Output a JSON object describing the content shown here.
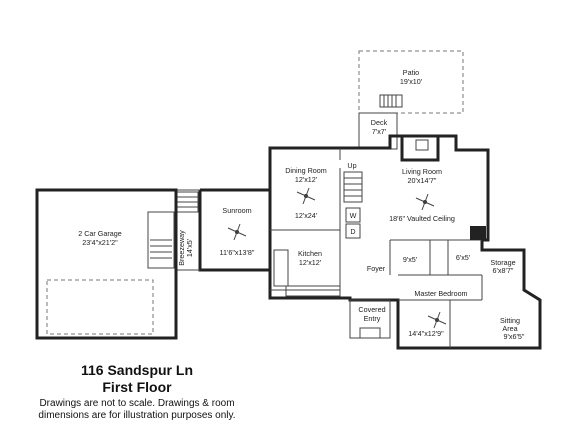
{
  "rooms": {
    "patio": {
      "name": "Patio",
      "dim": "19'x10'"
    },
    "deck": {
      "name": "Deck",
      "dim": "7'x7'"
    },
    "up": "Up",
    "dining": {
      "name": "Dining Room",
      "dim": "12'x12'"
    },
    "dining_extra": "12'x24'",
    "living": {
      "name": "Living Room",
      "dim": "20'x14'7\""
    },
    "vaulted": "18'6\" Vaulted Ceiling",
    "sunroom": {
      "name": "Sunroom",
      "dim": "11'6\"x13'8\""
    },
    "garage": {
      "name": "2 Car Garage",
      "dim": "23'4\"x21'2\""
    },
    "breezeway": {
      "name": "Breezeway",
      "dim": "14'x5'"
    },
    "kitchen": {
      "name": "Kitchen",
      "dim": "12'x12'"
    },
    "washer": "W",
    "dryer": "D",
    "foyer": "Foyer",
    "bath": "9'x5'",
    "closet": "6'x5'",
    "storage": {
      "name": "Storage",
      "dim": "6'x8'7\""
    },
    "master": {
      "name": "Master Bedroom",
      "dim": "14'4\"x12'9\""
    },
    "covered": {
      "name": "Covered",
      "name2": "Entry"
    },
    "sitting": {
      "name": "Sitting",
      "name2": "Area",
      "dim": "9'x6'5\""
    }
  },
  "caption": {
    "address": "116 Sandspur Ln",
    "floor": "First Floor",
    "note1": "Drawings are not to scale. Drawings & room",
    "note2": "dimensions are for illustration purposes only."
  }
}
